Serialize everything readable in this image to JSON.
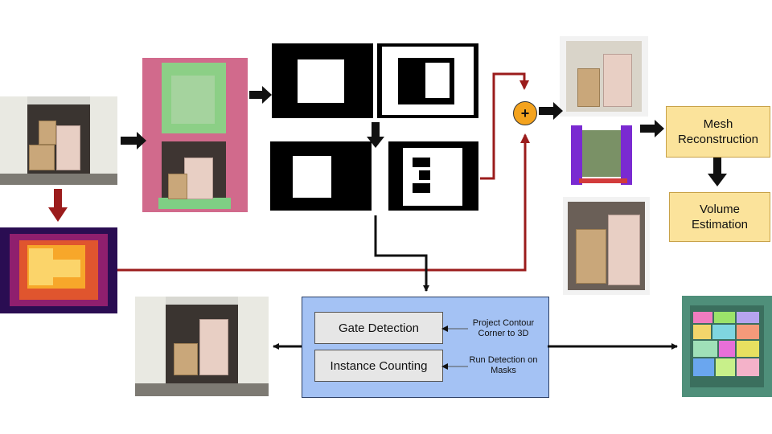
{
  "diagram": {
    "nodes": {
      "mesh_reconstruction": "Mesh\nReconstruction",
      "volume_estimation": "Volume\nEstimation",
      "combine_symbol": "+"
    },
    "panel": {
      "buttons": {
        "gate_detection": "Gate Detection",
        "instance_counting": "Instance Counting"
      },
      "notes": {
        "project_contour": "Project Contour\nCorner to 3D",
        "run_detection": "Run Detection on\nMasks"
      }
    },
    "colors": {
      "accent_red": "#9b1c1c",
      "arrow_black": "#111111",
      "panel_blue": "#a4c2f4",
      "node_yellow": "#fbe39b",
      "combine_orange": "#f4a31e"
    }
  }
}
